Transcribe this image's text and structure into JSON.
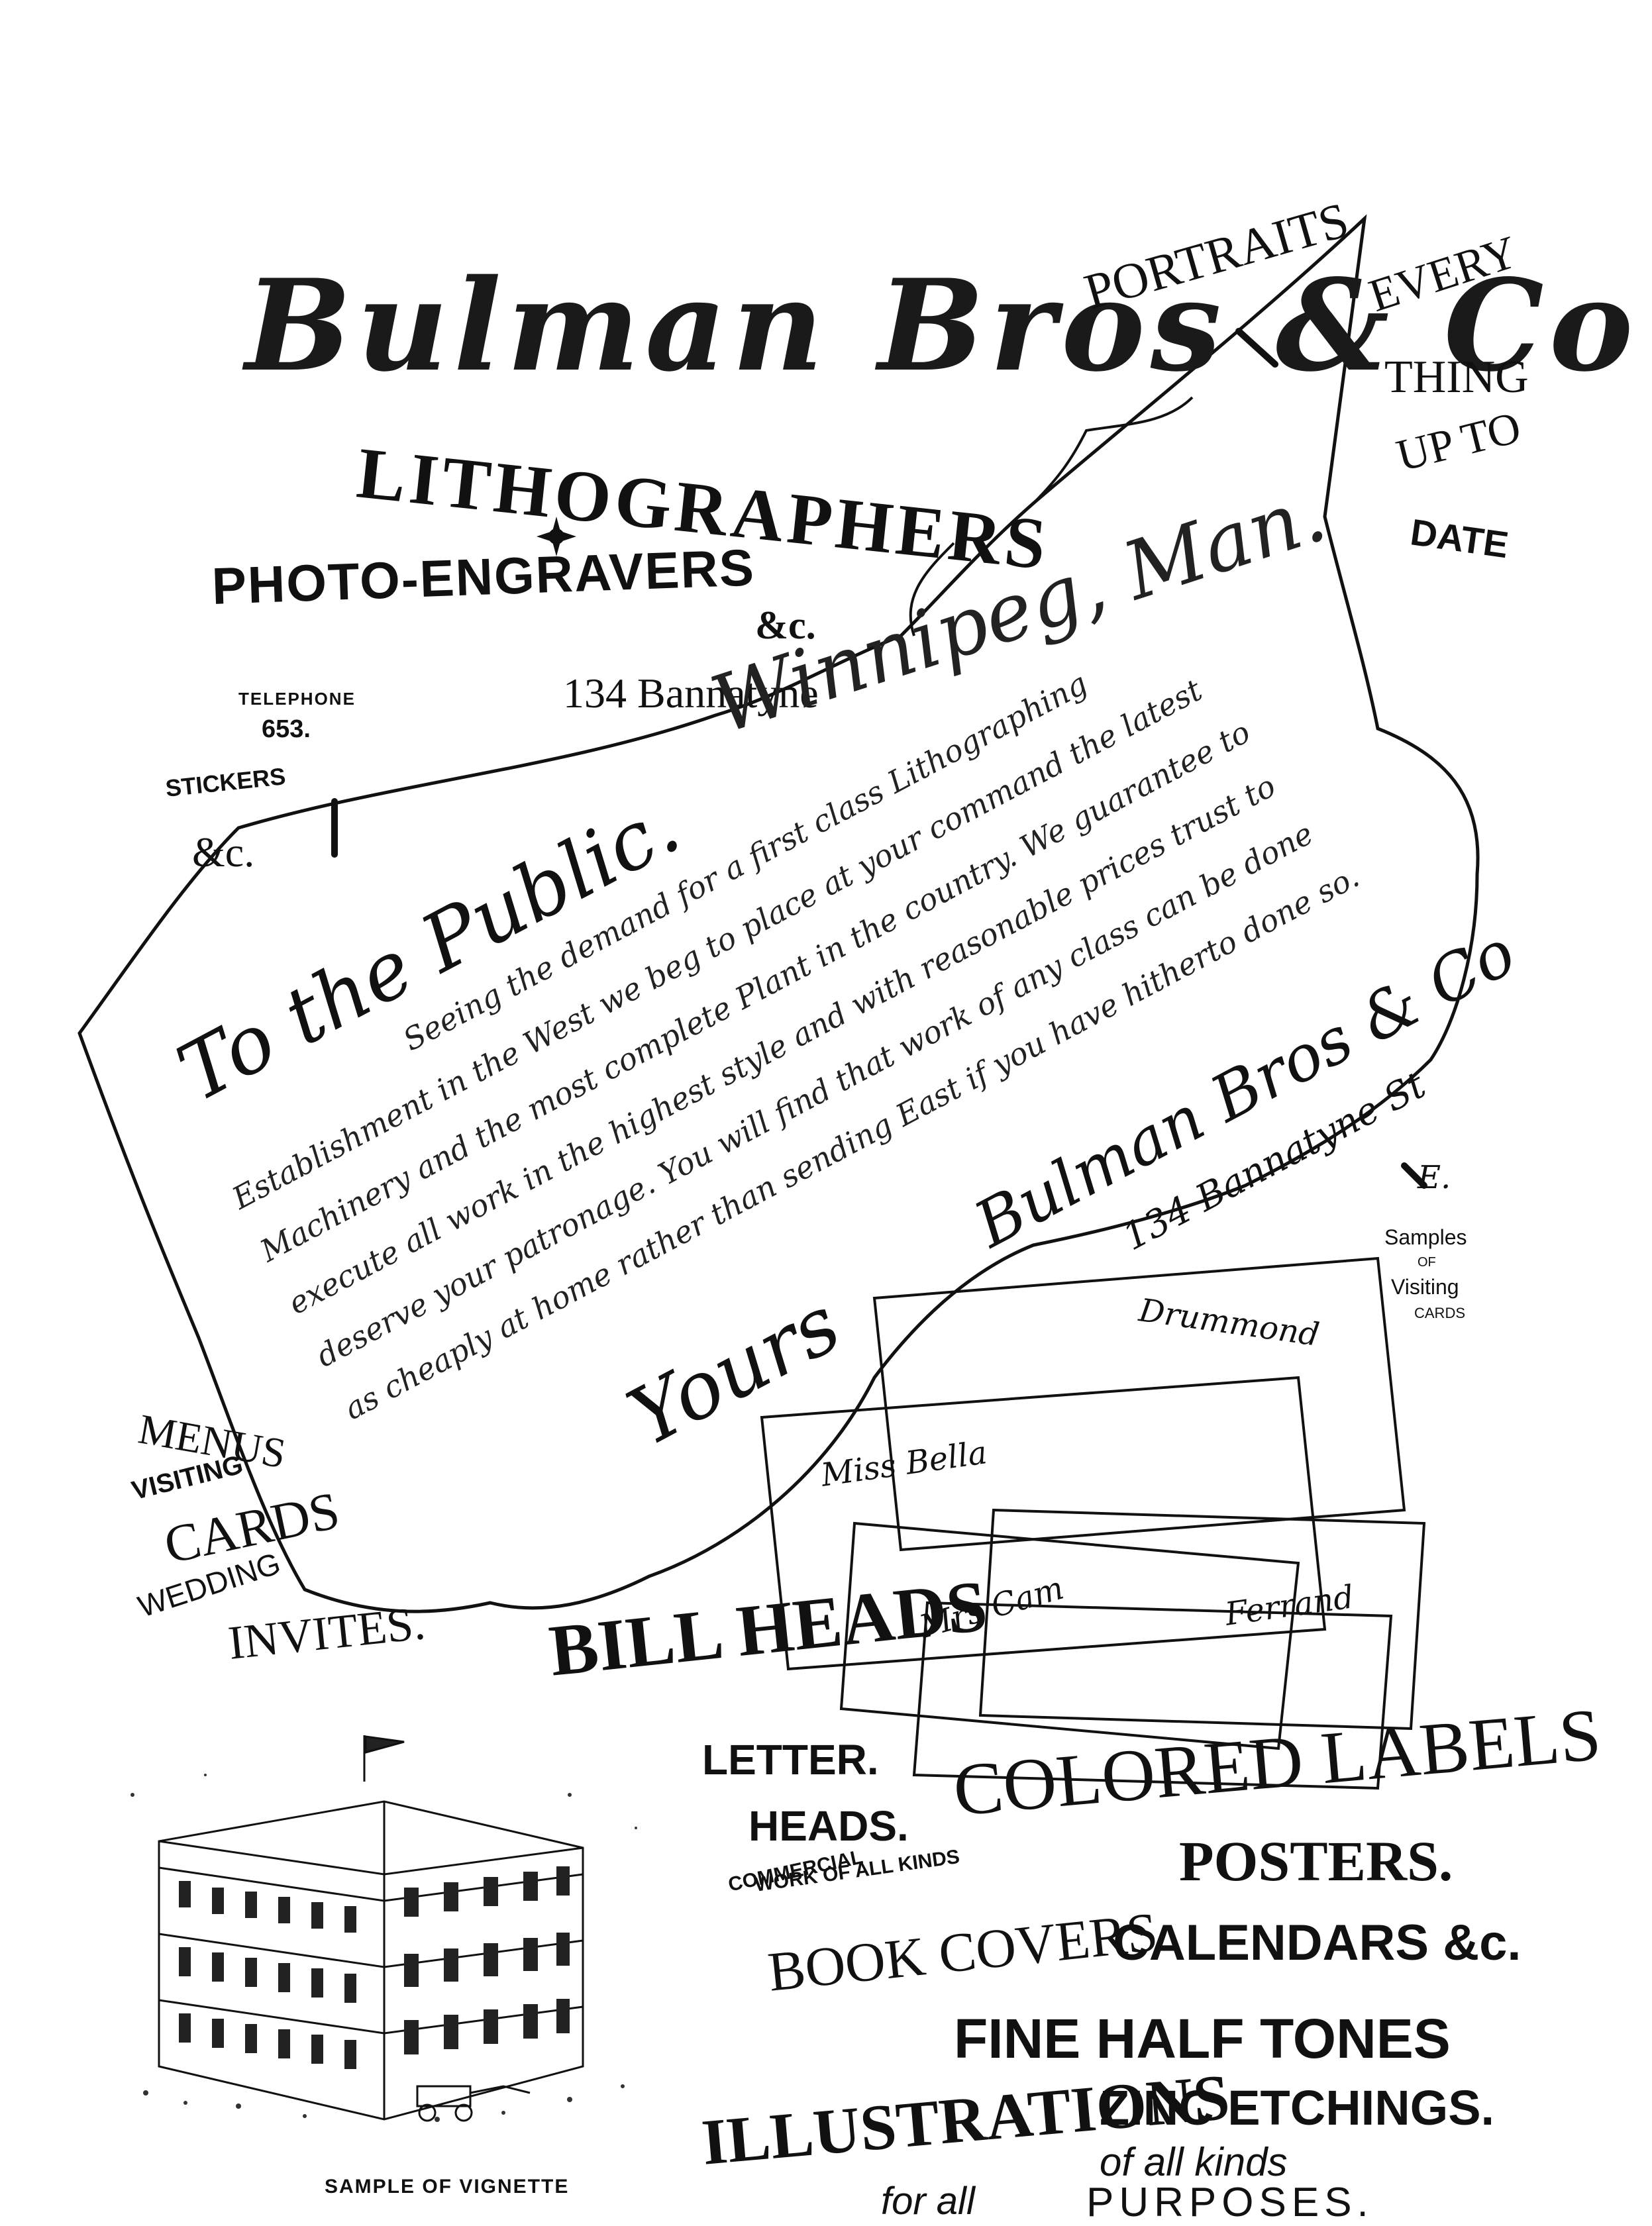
{
  "header": {
    "company_name": "Bulman Bros & Co",
    "trade_1": "LITHOGRAPHERS",
    "trade_2": "PHOTO-ENGRAVERS",
    "etc": "&c.",
    "telephone_label": "TELEPHONE",
    "telephone_number": "653.",
    "address": "134 Bannatyne",
    "city": "Winnipeg, Man."
  },
  "side_labels": {
    "portraits": "PORTRAITS",
    "everything": [
      "EVERY",
      "THING",
      "UP TO",
      "DATE"
    ],
    "stickers": "STICKERS",
    "stickers_etc": "&c.",
    "menus": [
      "MENUS",
      "VISITING",
      "CARDS",
      "WEDDING",
      "INVITES."
    ],
    "samples": [
      "Samples",
      "OF",
      "Visiting",
      "CARDS"
    ]
  },
  "letter": {
    "salutation": "To the Public.",
    "lines": [
      "Seeing the demand for a first class Lithographing",
      "Establishment in the West we beg to place at your command the latest",
      "Machinery and the most complete Plant in the country. We guarantee to",
      "execute all work in the highest style and with reasonable prices trust to",
      "deserve your patronage. You will find that work of any class can be done",
      "as cheaply at home rather than sending East if you have hitherto done so."
    ],
    "closing": "Yours",
    "signature": "Bulman Bros & Co",
    "sig_address": "134 Bannatyne St",
    "sig_initial": "E."
  },
  "cards": [
    "Miss Bella",
    "Mrs Cam",
    "Drummond",
    "Ferrand"
  ],
  "products": {
    "bill_heads": "BILL HEADS",
    "letter_heads": [
      "LETTER.",
      "HEADS."
    ],
    "colored_labels": "COLORED LABELS",
    "posters": "POSTERS.",
    "commercial": "COMMERCIAL",
    "work_of_all_kinds": "WORK OF ALL KINDS",
    "book_covers": "BOOK COVERS",
    "calendars": "CALENDARS &c.",
    "half_tones": "FINE HALF TONES",
    "illustrations": "ILLUSTRATIONS",
    "zinc": "ZINC ETCHINGS.",
    "of_all_kinds": "of all kinds",
    "for_all": "for all",
    "purposes": "PURPOSES."
  },
  "vignette_caption": "SAMPLE OF VIGNETTE"
}
